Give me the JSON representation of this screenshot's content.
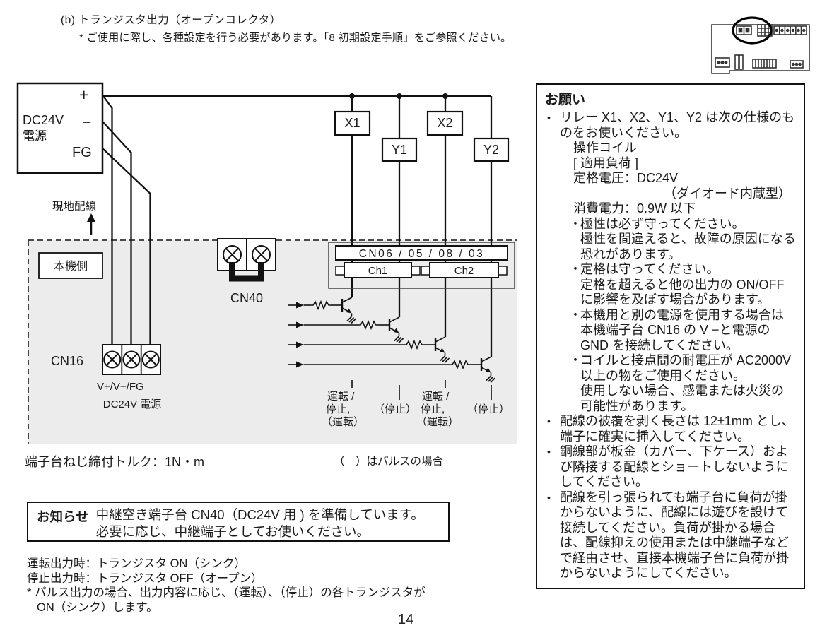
{
  "page": {
    "heading": "(b) トランジスタ出力（オープンコレクタ）",
    "subheading": "* ご使用に際し、各種設定を行う必要があります。「8 初期設定手順」をご参照ください。",
    "page_number": "14"
  },
  "diagram": {
    "power_supply": {
      "name": "DC24V",
      "name2": "電源",
      "plus": "+",
      "minus": "−",
      "fg": "FG"
    },
    "field_wiring": "現地配線",
    "machine_side": "本機側",
    "relays": [
      "X1",
      "Y1",
      "X2",
      "Y2"
    ],
    "cn40_label": "CN40",
    "cn16_label": "CN16",
    "cn16_terminals": "V+/V−/FG",
    "cn16_power": "DC24V 電源",
    "connector_label": "CN06 / 05 / 08 / 03",
    "ch1": "Ch1",
    "ch2": "Ch2",
    "outputs": [
      {
        "l1": "運転 /",
        "l2": "停止,",
        "l3": "（運転）"
      },
      {
        "l1": "（停止）"
      },
      {
        "l1": "運転 /",
        "l2": "停止,",
        "l3": "（運転）"
      },
      {
        "l1": "（停止）"
      }
    ],
    "torque_note": "端子台ねじ締付トルク：1N・m",
    "pulse_note": "（　）はパルスの場合"
  },
  "notice": {
    "title": "お知らせ",
    "line1": "中継空き端子台 CN40（DC24V 用 ) を準備しています。",
    "line2": "必要に応じ、中継端子としてお使いください。"
  },
  "footer": {
    "line1": "運転出力時：トランジスタ ON（シンク）",
    "line2": "停止出力時：トランジスタ OFF（オープン）",
    "line3": "* パルス出力の場合、出力内容に応じ、（運転）、（停止）の各トランジスタが",
    "line4": "ON（シンク）します。"
  },
  "request": {
    "title": "お願い",
    "items": [
      {
        "bullet": "•",
        "text": "リレー X1、X2、Y1、Y2 は次の仕様のものをお使いください。"
      },
      {
        "bullet": "",
        "text": "操作コイル"
      },
      {
        "bullet": "",
        "text": "[ 適用負荷 ]"
      },
      {
        "bullet": "",
        "text": "定格電圧：DC24V"
      },
      {
        "bullet": "",
        "text": "（ダイオード内蔵型）"
      },
      {
        "bullet": "",
        "text": "消費電力：0.9W 以下"
      },
      {
        "bullet": "・",
        "text": "極性は必ず守ってください。"
      },
      {
        "bullet": "",
        "text": "極性を間違えると、故障の原因になる恐れがあります。"
      },
      {
        "bullet": "・",
        "text": "定格は守ってください。"
      },
      {
        "bullet": "",
        "text": "定格を超えると他の出力の ON/OFF に影響を及ぼす場合があります。"
      },
      {
        "bullet": "・",
        "text": "本機用と別の電源を使用する場合は本機端子台 CN16 の V −と電源の GND を接続してください。"
      },
      {
        "bullet": "・",
        "text": "コイルと接点間の耐電圧が AC2000V 以上の物をご使用ください。"
      },
      {
        "bullet": "",
        "text": "使用しない場合、感電または火災の可能性があります。"
      },
      {
        "bullet": "•",
        "text": "配線の被覆を剥く長さは 12±1mm とし、端子に確実に挿入してください。"
      },
      {
        "bullet": "•",
        "text": "銅線部が板金（カバー、下ケース）および隣接する配線とショートしないようにしてください。"
      },
      {
        "bullet": "•",
        "text": "配線を引っ張られても端子台に負荷が掛からないように、配線には遊びを設けて接続してください。負荷が掛かる場合は、配線抑えの使用または中継端子などで経由させ、直接本機端子台に負荷が掛からないようにしてください。"
      }
    ]
  }
}
